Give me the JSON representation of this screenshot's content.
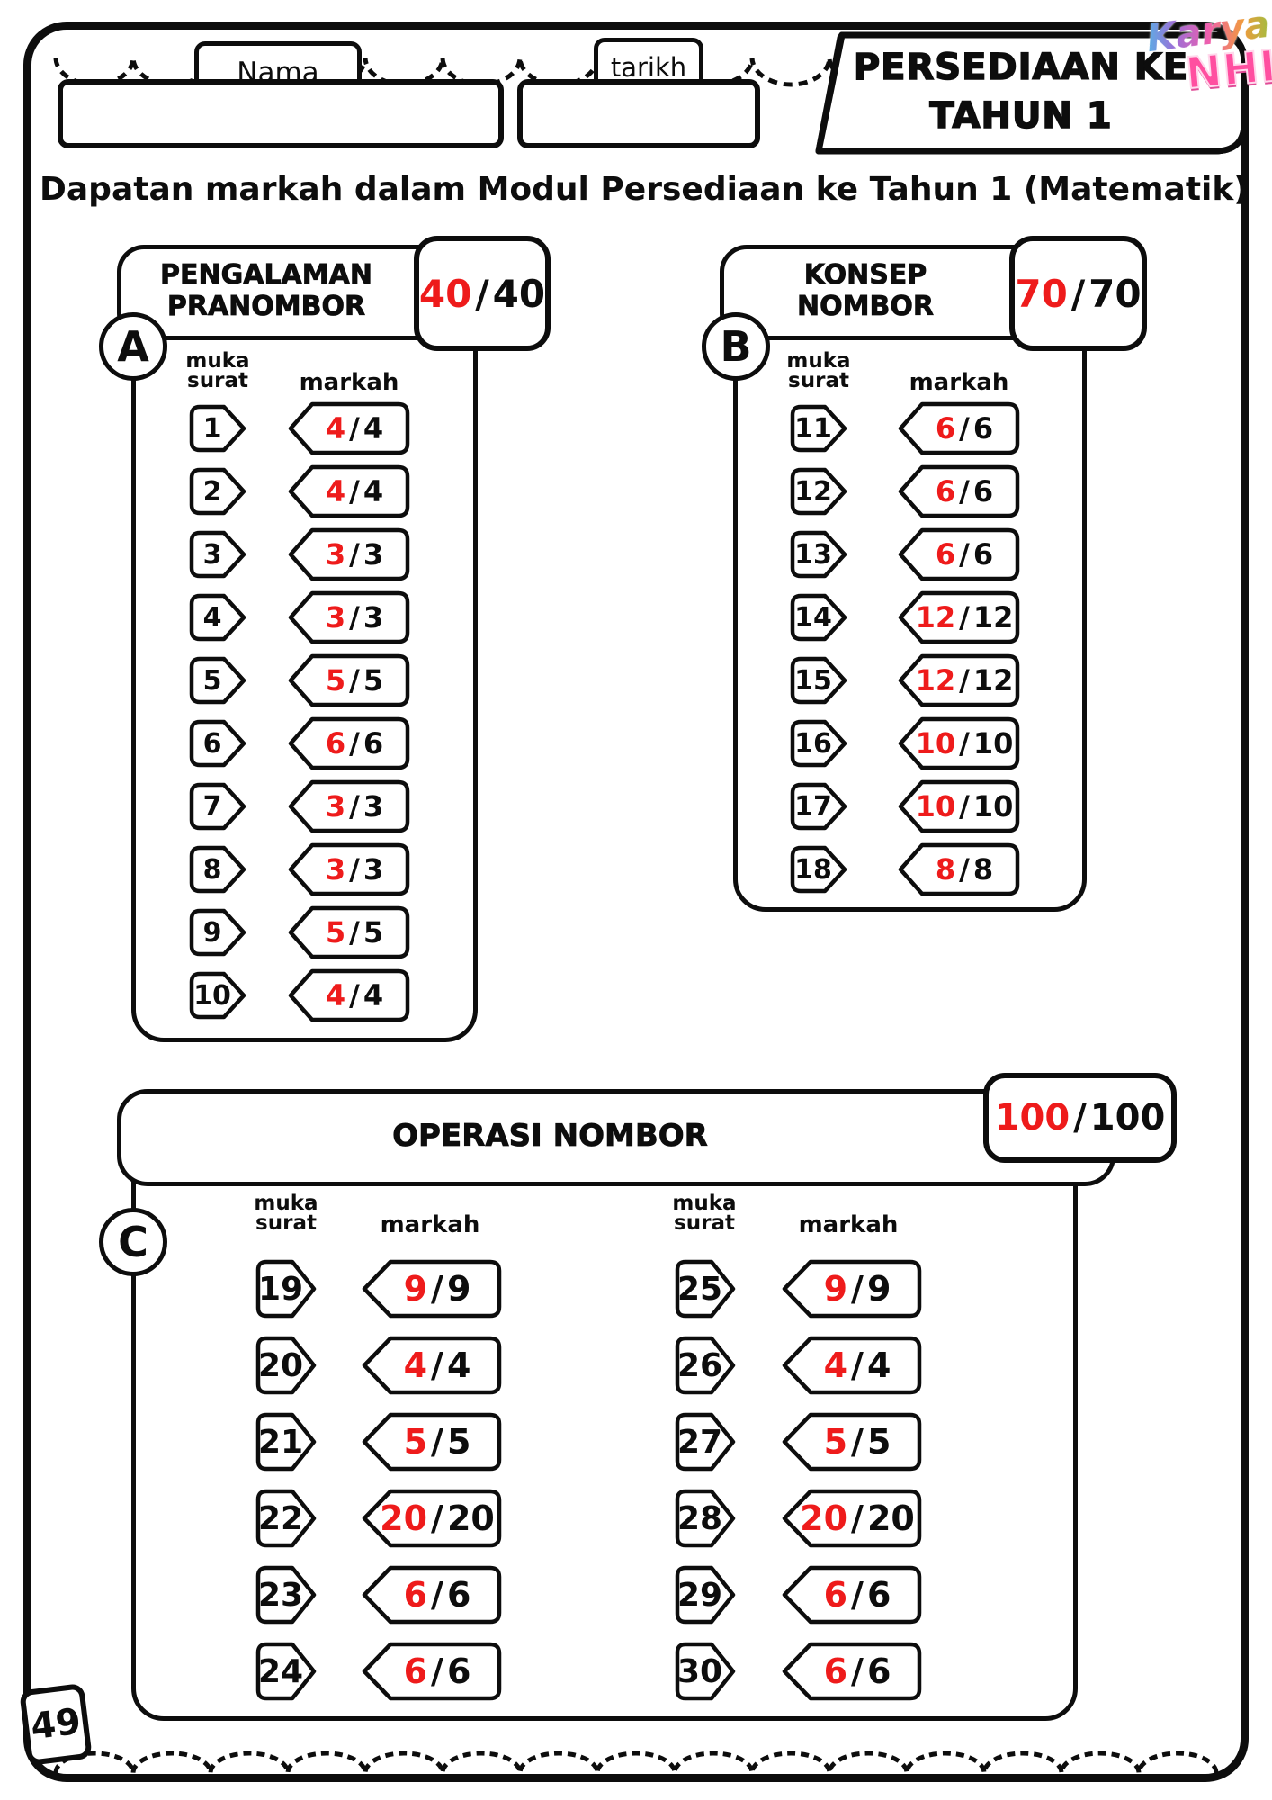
{
  "header": {
    "name_label": "Nama",
    "date_label": "tarikh",
    "banner": {
      "line1": "PERSEDIAAN KE",
      "line2": "TAHUN 1"
    },
    "logo": {
      "line1": "Karya",
      "line2": "NHI"
    }
  },
  "title": "Dapatan markah dalam Modul Persediaan ke Tahun 1 (Matematik)",
  "labels": {
    "page_col_line1": "muka",
    "page_col_line2": "surat",
    "score_col": "markah",
    "divider": "/"
  },
  "colors": {
    "score_red": "#ee1b1b",
    "ink": "#0d0d0d"
  },
  "page_number": "49",
  "sections": [
    {
      "letter": "A",
      "title_lines": [
        "PENGALAMAN",
        "PRANOMBOR"
      ],
      "score": "40",
      "max": "40",
      "rows": [
        {
          "page": "1",
          "score": "4",
          "max": "4"
        },
        {
          "page": "2",
          "score": "4",
          "max": "4"
        },
        {
          "page": "3",
          "score": "3",
          "max": "3"
        },
        {
          "page": "4",
          "score": "3",
          "max": "3"
        },
        {
          "page": "5",
          "score": "5",
          "max": "5"
        },
        {
          "page": "6",
          "score": "6",
          "max": "6"
        },
        {
          "page": "7",
          "score": "3",
          "max": "3"
        },
        {
          "page": "8",
          "score": "3",
          "max": "3"
        },
        {
          "page": "9",
          "score": "5",
          "max": "5"
        },
        {
          "page": "10",
          "score": "4",
          "max": "4"
        }
      ]
    },
    {
      "letter": "B",
      "title_lines": [
        "KONSEP",
        "NOMBOR"
      ],
      "score": "70",
      "max": "70",
      "rows": [
        {
          "page": "11",
          "score": "6",
          "max": "6"
        },
        {
          "page": "12",
          "score": "6",
          "max": "6"
        },
        {
          "page": "13",
          "score": "6",
          "max": "6"
        },
        {
          "page": "14",
          "score": "12",
          "max": "12"
        },
        {
          "page": "15",
          "score": "12",
          "max": "12"
        },
        {
          "page": "16",
          "score": "10",
          "max": "10"
        },
        {
          "page": "17",
          "score": "10",
          "max": "10"
        },
        {
          "page": "18",
          "score": "8",
          "max": "8"
        }
      ]
    },
    {
      "letter": "C",
      "title_lines": [
        "OPERASI NOMBOR"
      ],
      "score": "100",
      "max": "100",
      "columns": [
        {
          "rows": [
            {
              "page": "19",
              "score": "9",
              "max": "9"
            },
            {
              "page": "20",
              "score": "4",
              "max": "4"
            },
            {
              "page": "21",
              "score": "5",
              "max": "5"
            },
            {
              "page": "22",
              "score": "20",
              "max": "20"
            },
            {
              "page": "23",
              "score": "6",
              "max": "6"
            },
            {
              "page": "24",
              "score": "6",
              "max": "6"
            }
          ]
        },
        {
          "rows": [
            {
              "page": "25",
              "score": "9",
              "max": "9"
            },
            {
              "page": "26",
              "score": "4",
              "max": "4"
            },
            {
              "page": "27",
              "score": "5",
              "max": "5"
            },
            {
              "page": "28",
              "score": "20",
              "max": "20"
            },
            {
              "page": "29",
              "score": "6",
              "max": "6"
            },
            {
              "page": "30",
              "score": "6",
              "max": "6"
            }
          ]
        }
      ]
    }
  ]
}
